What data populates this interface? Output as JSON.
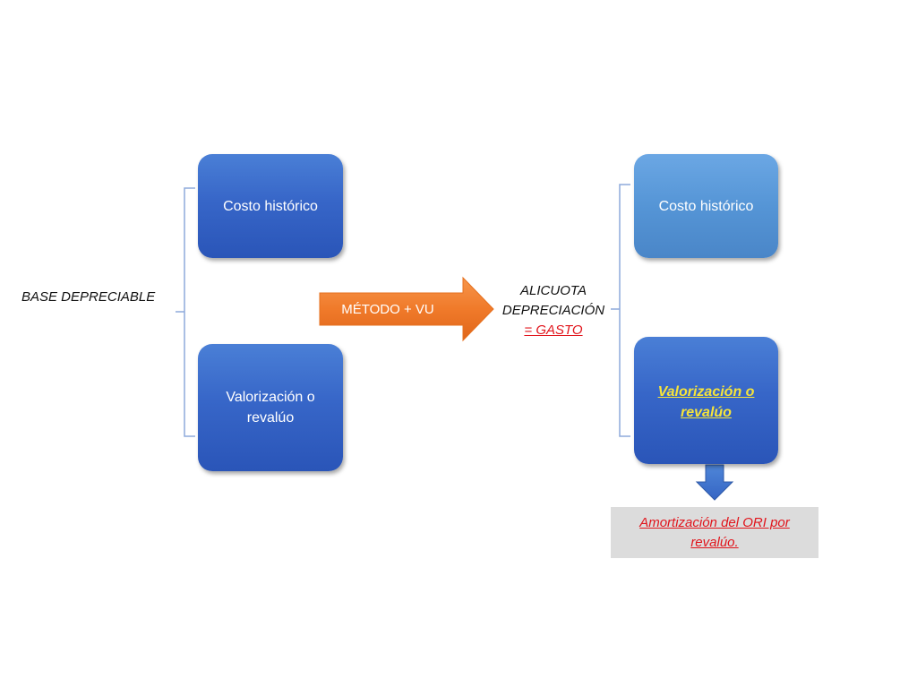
{
  "left_group": {
    "label": "BASE DEPRECIABLE",
    "top_box": "Costo histórico",
    "bottom_box": "Valorización o revalúo"
  },
  "middle": {
    "arrow_label": "MÉTODO + VU",
    "result_line1": "ALICUOTA",
    "result_line2": "DEPRECIACIÓN",
    "result_line3": "= GASTO"
  },
  "right_group": {
    "top_box": "Costo histórico",
    "bottom_box": "Valorización o revalúo"
  },
  "ori_note": "Amortización del ORI por revalúo.",
  "colors": {
    "box_blue": "#3766c8",
    "box_light_blue": "#5595d6",
    "arrow_orange": "#f07a2a",
    "highlight_yellow": "#f6e43a",
    "red_text": "#e1141b",
    "note_gray": "#dcdcdc"
  }
}
